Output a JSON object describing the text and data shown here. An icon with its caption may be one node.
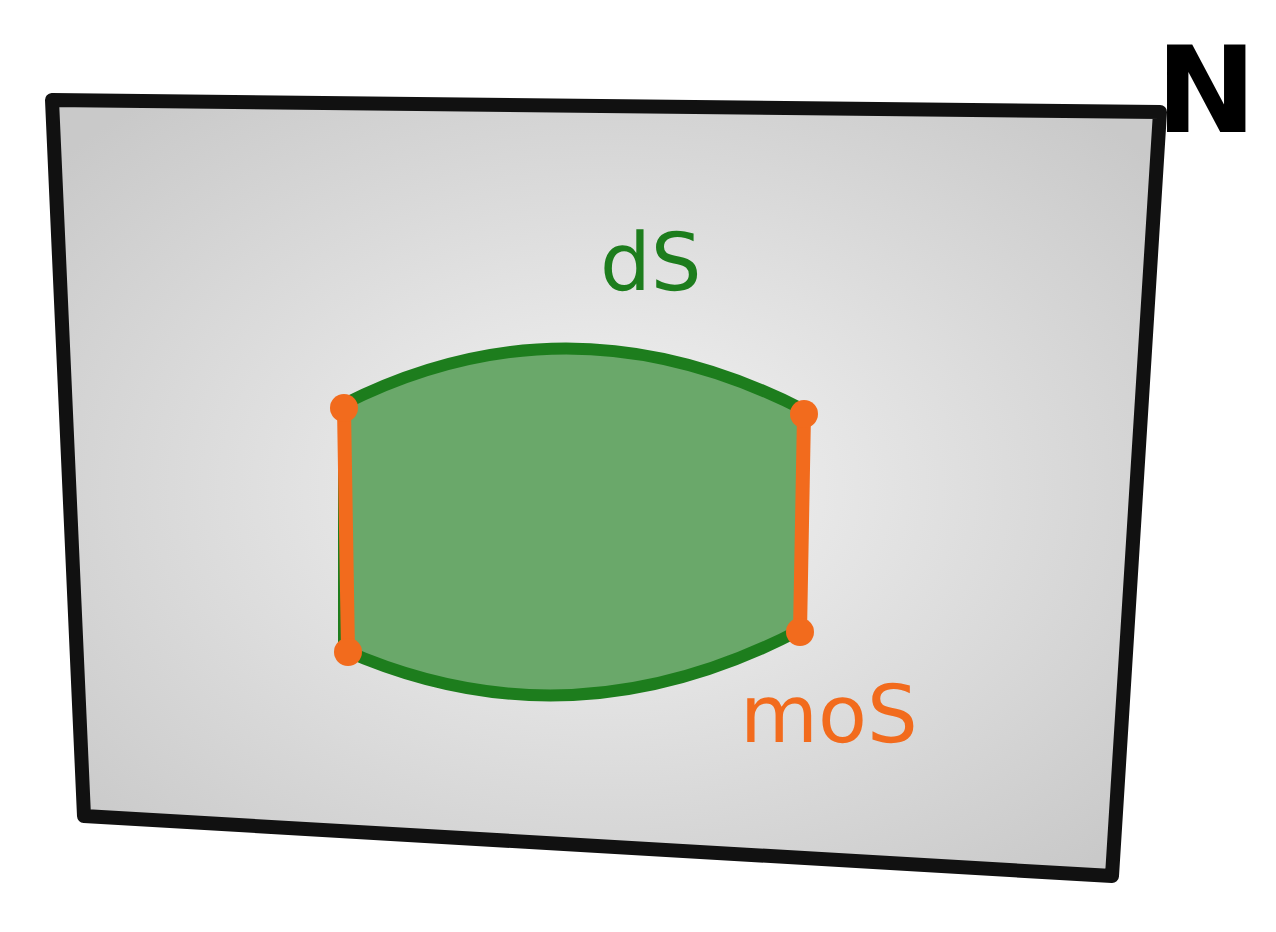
{
  "diagram": {
    "nodes": [
      {
        "text": [
          "N"
        ]
      },
      {
        "text": [],
        "shape": "box",
        "in": 0,
        "beside": [
          "dS",
          "moS"
        ]
      }
    ]
  }
}
